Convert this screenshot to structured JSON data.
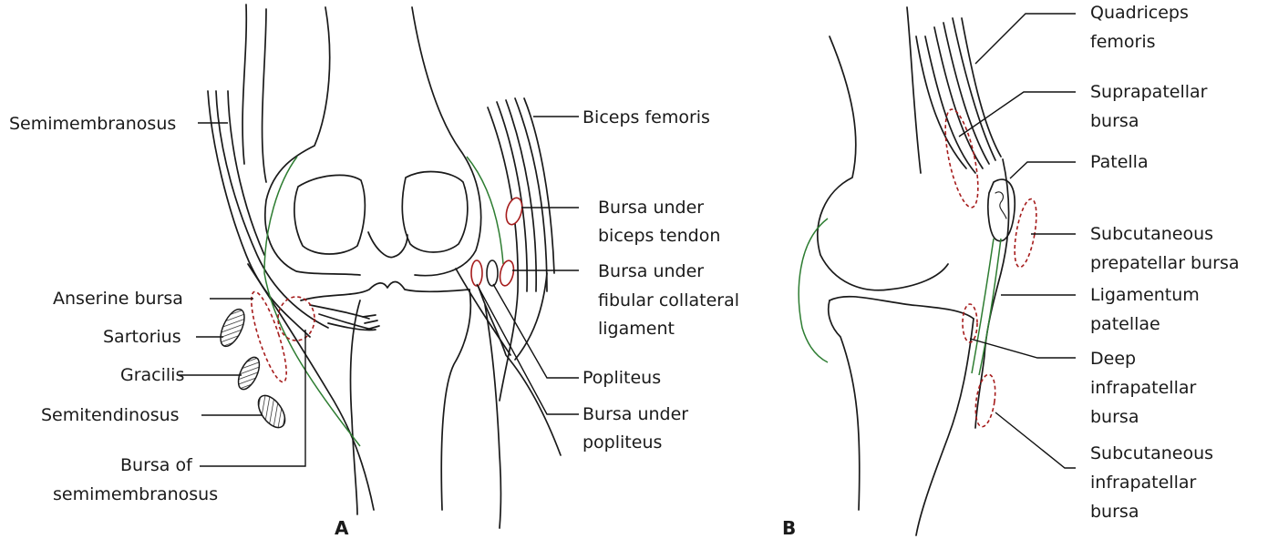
{
  "panels": {
    "a": "A",
    "b": "B"
  },
  "panel_a": {
    "semimembranosus": "Semimembranosus",
    "biceps_femoris": "Biceps femoris",
    "bursa_biceps": [
      "Bursa under",
      "biceps tendon"
    ],
    "bursa_fibular": [
      "Bursa under",
      "fibular collateral",
      "ligament"
    ],
    "anserine": "Anserine bursa",
    "sartorius": "Sartorius",
    "gracilis": "Gracilis",
    "semitendinosus": "Semitendinosus",
    "popliteus": "Popliteus",
    "bursa_popliteus": [
      "Bursa under",
      "popliteus"
    ],
    "bursa_semimem": [
      "Bursa of",
      "semimembranosus"
    ]
  },
  "panel_b": {
    "quadriceps": [
      "Quadriceps",
      "femoris"
    ],
    "suprapatellar": [
      "Suprapatellar",
      "bursa"
    ],
    "patella": "Patella",
    "prepatellar": [
      "Subcutaneous",
      "prepatellar bursa"
    ],
    "lig_patellae": [
      "Ligamentum",
      "patellae"
    ],
    "deep_infra": [
      "Deep",
      "infrapatellar",
      "bursa"
    ],
    "subcut_infra": [
      "Subcutaneous",
      "infrapatellar",
      "bursa"
    ]
  },
  "colors": {
    "ligament": "#2e7d32",
    "bursa": "#a61c1c",
    "line": "#1a1a1a"
  }
}
